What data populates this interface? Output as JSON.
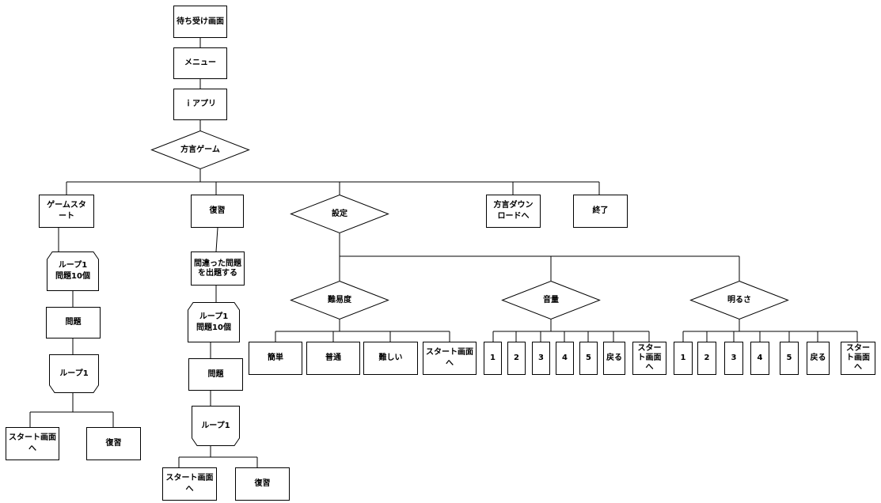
{
  "flow": {
    "standby": "待ち受け画面",
    "menu": "メニュー",
    "iappli": "ｉアプリ",
    "dialect_game": "方言ゲーム",
    "branches": {
      "game_start": "ゲームスタート",
      "review": "復習",
      "settings": "設定",
      "dialect_download": "方言ダウンロードへ",
      "exit": "終了"
    },
    "game": {
      "loop_start": "ループ1\n問題10個",
      "question": "問題",
      "loop_end": "ループ1",
      "to_start": "スタート画面へ",
      "review": "復習"
    },
    "review": {
      "wrong_questions": "間違った問題を出題する",
      "loop_start": "ループ1\n問題10個",
      "question": "問題",
      "loop_end": "ループ1",
      "to_start": "スタート画面へ",
      "review": "復習"
    },
    "difficulty": {
      "label": "難易度",
      "options": [
        "簡単",
        "普通",
        "難しい",
        "スタート画面へ"
      ]
    },
    "volume": {
      "label": "音量",
      "options": [
        "1",
        "2",
        "3",
        "4",
        "5",
        "戻る",
        "スタート画面へ"
      ]
    },
    "brightness": {
      "label": "明るさ",
      "options": [
        "1",
        "2",
        "3",
        "4",
        "5",
        "戻る",
        "スタート画面へ"
      ]
    }
  }
}
